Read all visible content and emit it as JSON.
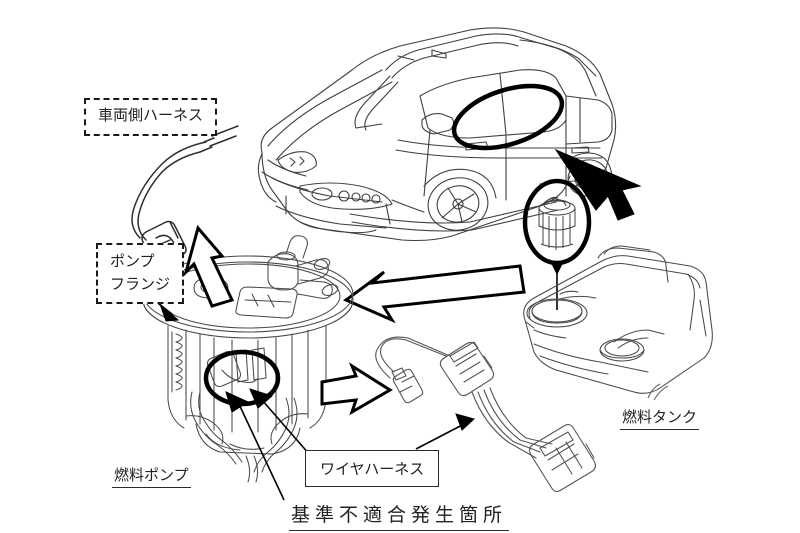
{
  "document": {
    "type": "technical-service-diagram",
    "subject": "fuel pump / wire harness non-conformance location",
    "background_color": "#ffffff",
    "line_color": "#3a3a3a",
    "highlight_color": "#000000"
  },
  "labels": {
    "vehicle_harness": {
      "text": "車両側ハーネス",
      "style": "dashed-box"
    },
    "pump_flange_line1": "ポンプ",
    "pump_flange_line2": "フランジ",
    "fuel_pump": {
      "text": "燃料ポンプ",
      "style": "underline"
    },
    "wire_harness": {
      "text": "ワイヤハーネス",
      "style": "solid-box"
    },
    "fuel_tank": {
      "text": "燃料タンク",
      "style": "underline"
    },
    "nonconformance": {
      "text": "基準不適合発生箇所",
      "style": "underline-spaced"
    }
  },
  "illustrations": {
    "car": "subaru-legacy-wagon-three-quarter-view",
    "fuel_tank": "fuel-tank-with-two-access-openings",
    "pump_assembly": "fuel-pump-module-with-flange",
    "pump_module_detail": "circled-fuel-pump-module",
    "vehicle_harness_cable": "curved-cable-with-connector",
    "wire_harness_cable": "two-ended-connector-harness"
  },
  "callouts": {
    "car_highlight": "bold-ellipse-on-rear-door-area",
    "module_highlight": "bold-ellipse-on-pump-module",
    "connector_highlight": "bold-ellipse-on-pump-connector"
  }
}
